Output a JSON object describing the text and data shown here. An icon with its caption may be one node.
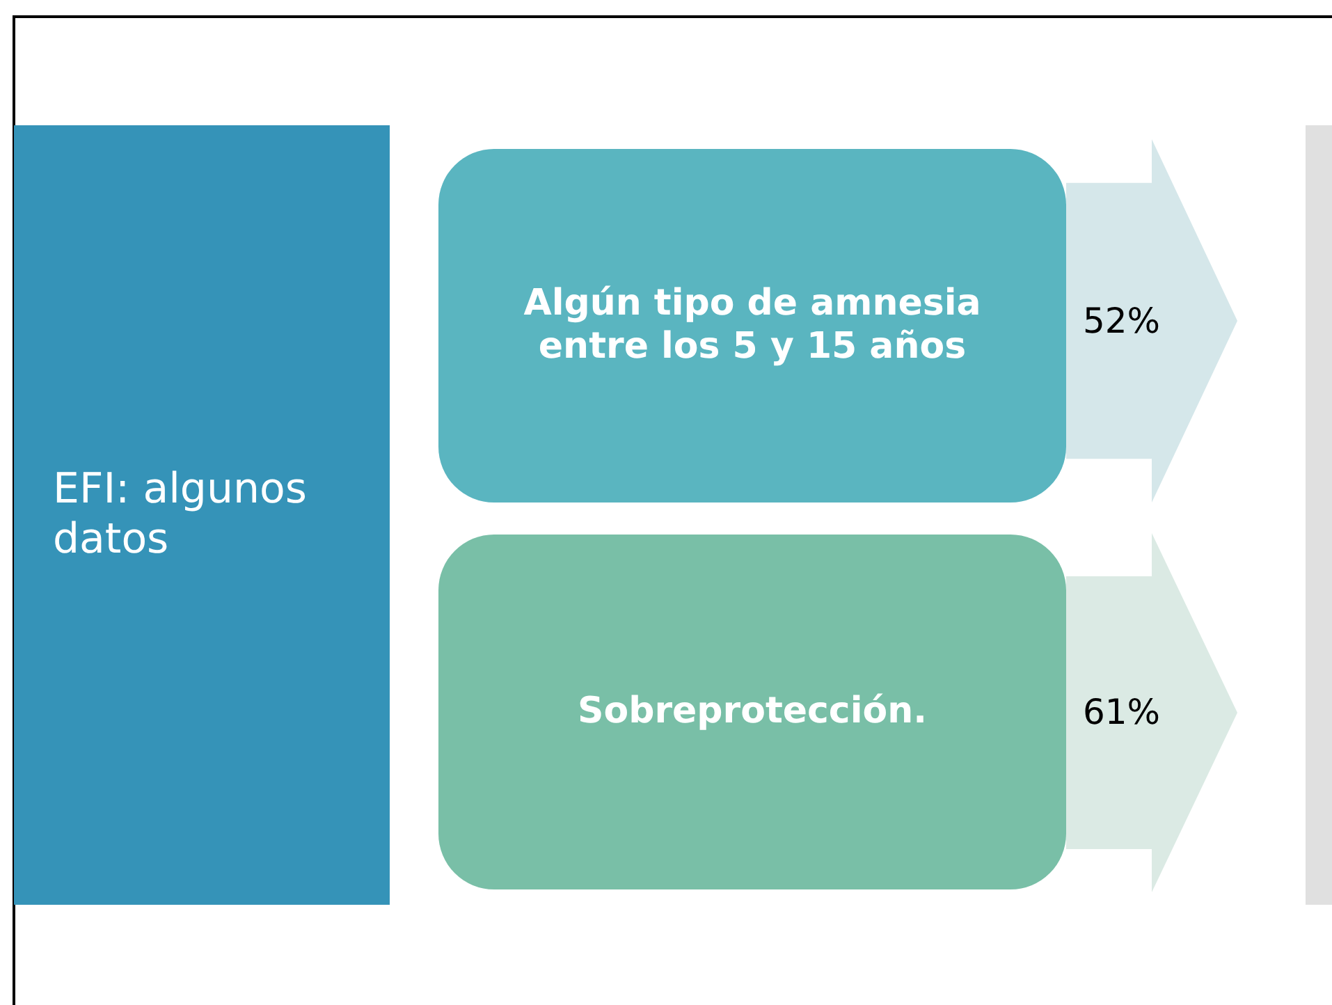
{
  "diagram": {
    "nodes": [
      {
        "text": [
          "EFI: algunos datos"
        ]
      },
      {
        "text": [
          "Algún tipo de amnesia entre los 5 y 15 años"
        ]
      },
      {
        "text": [
          "52%"
        ]
      },
      {
        "text": [
          "Sobreprotección."
        ]
      },
      {
        "text": [
          "61%"
        ]
      },
      {
        "text": [],
        "shape": "bar"
      }
    ]
  }
}
